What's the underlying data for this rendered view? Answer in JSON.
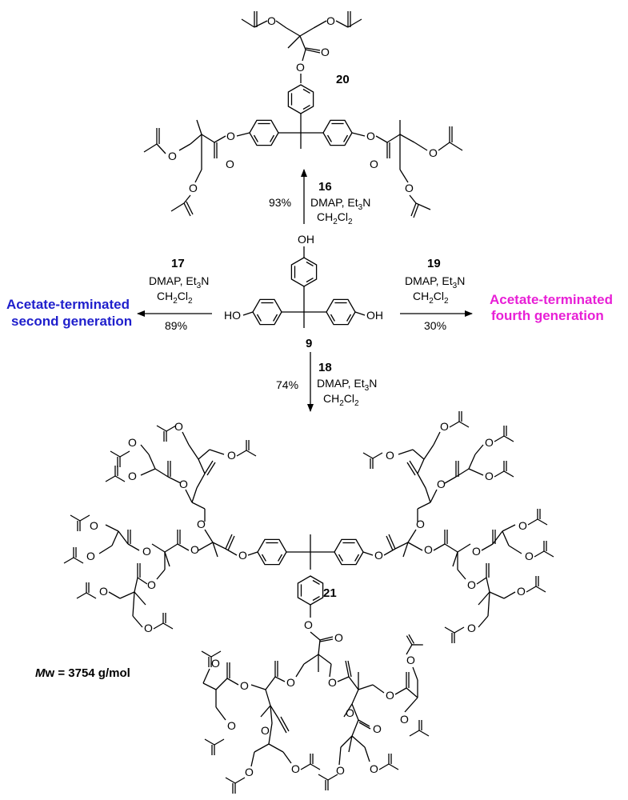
{
  "compounds": {
    "center": "9",
    "top": "20",
    "bottom": "21"
  },
  "atoms": {
    "hydroxyl": "OH",
    "hydroxyl_left": "HO",
    "oxygen": "O"
  },
  "reactions": {
    "up": {
      "reagent": "16",
      "line1": "DMAP, Et",
      "sub1": "3",
      "line1b": "N",
      "line2": "CH",
      "sub2": "2",
      "line2b": "Cl",
      "sub3": "2",
      "yield": "93%"
    },
    "left": {
      "reagent": "17",
      "line1": "DMAP, Et",
      "sub1": "3",
      "line1b": "N",
      "line2": "CH",
      "sub2": "2",
      "line2b": "Cl",
      "sub3": "2",
      "yield": "89%"
    },
    "right": {
      "reagent": "19",
      "line1": "DMAP, Et",
      "sub1": "3",
      "line1b": "N",
      "line2": "CH",
      "sub2": "2",
      "line2b": "Cl",
      "sub3": "2",
      "yield": "30%"
    },
    "down": {
      "reagent": "18",
      "line1": "DMAP, Et",
      "sub1": "3",
      "line1b": "N",
      "line2": "CH",
      "sub2": "2",
      "line2b": "Cl",
      "sub3": "2",
      "yield": "74%"
    }
  },
  "products": {
    "left": {
      "line1": "Acetate-terminated",
      "line2": "second generation",
      "color": "#1f1fcc"
    },
    "right": {
      "line1": "Acetate-terminated",
      "line2": "fourth generation",
      "color": "#e81fd6"
    }
  },
  "molecular_weight": {
    "symbol": "M",
    "subscript": "w",
    "value": " = 3754 g/mol"
  }
}
